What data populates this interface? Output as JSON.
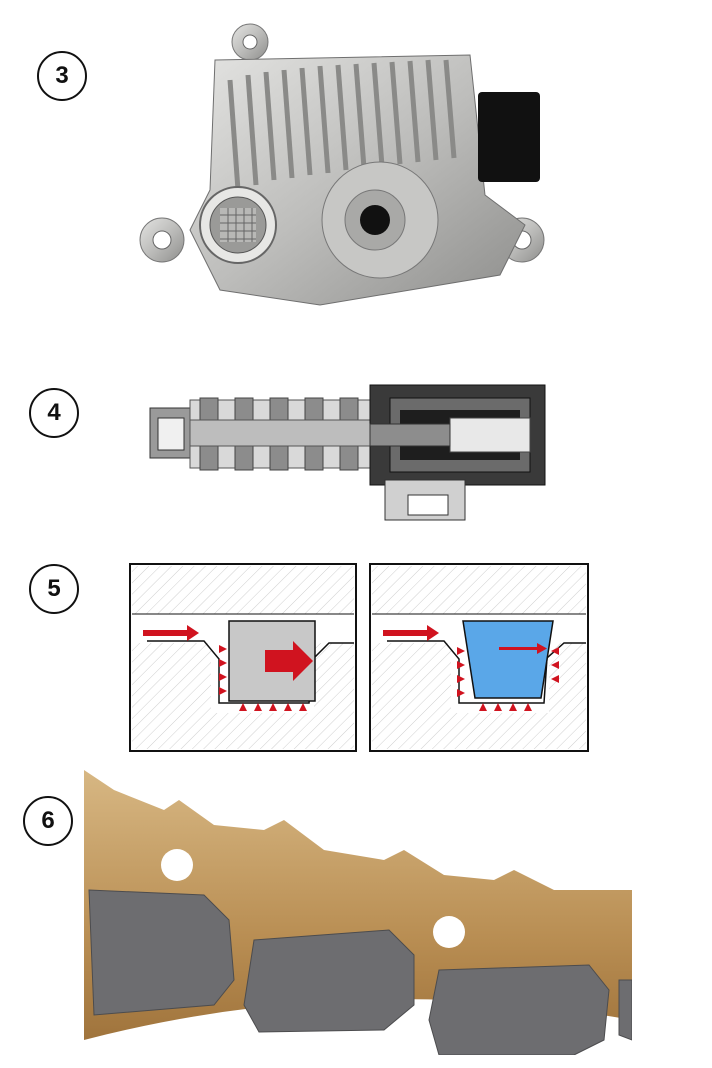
{
  "figures": [
    {
      "number": "3",
      "subject": "control-unit-photo"
    },
    {
      "number": "4",
      "subject": "solenoid-valve-cross-section"
    },
    {
      "number": "5",
      "subject": "seal-pressure-diagrams"
    },
    {
      "number": "6",
      "subject": "friction-disc-photo"
    }
  ],
  "colors": {
    "arrow": "#d0131f",
    "seal_square": "#c8c8c8",
    "seal_tapered": "#5aa7e8",
    "hatch": "#c9c9c9",
    "disc_metal": "#c9a56f",
    "disc_pad": "#6d6d70"
  }
}
